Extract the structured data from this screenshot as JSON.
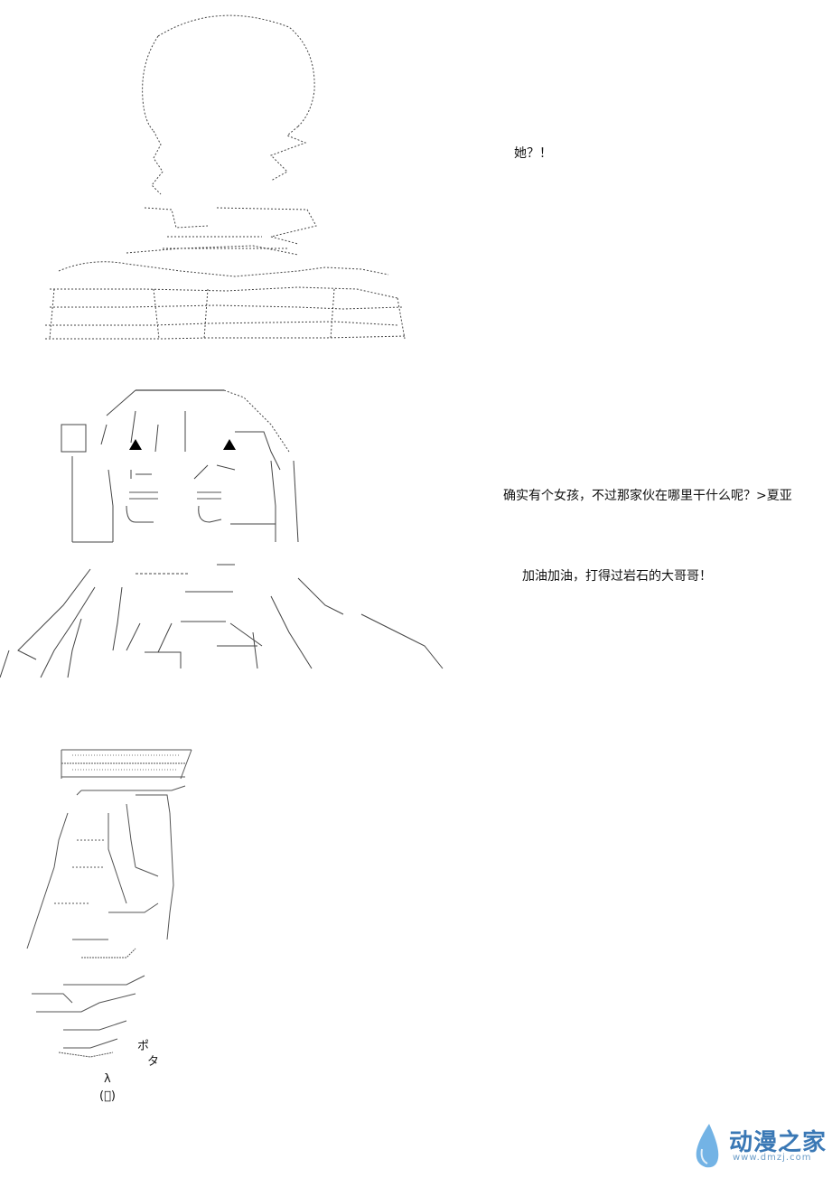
{
  "dialogue": {
    "line_1": "她？！",
    "line_2": "确实有个女孩，不过那家伙在哪里干什么呢？>夏亚",
    "line_3": "加油加油，打得过岩石的大哥哥！"
  },
  "panel_3": {
    "sfx_po": "ポ",
    "sfx_ta": "タ",
    "mark_ru": "λ",
    "mark_paren": "(ﾞ)"
  },
  "watermark": {
    "brand": "动漫之家",
    "url": "www.dmzj.com",
    "colors": {
      "brand": "#3a78b5",
      "drop": "#5aa6e0"
    }
  },
  "colors": {
    "line": "#333333",
    "background": "#ffffff",
    "text": "#111111"
  }
}
